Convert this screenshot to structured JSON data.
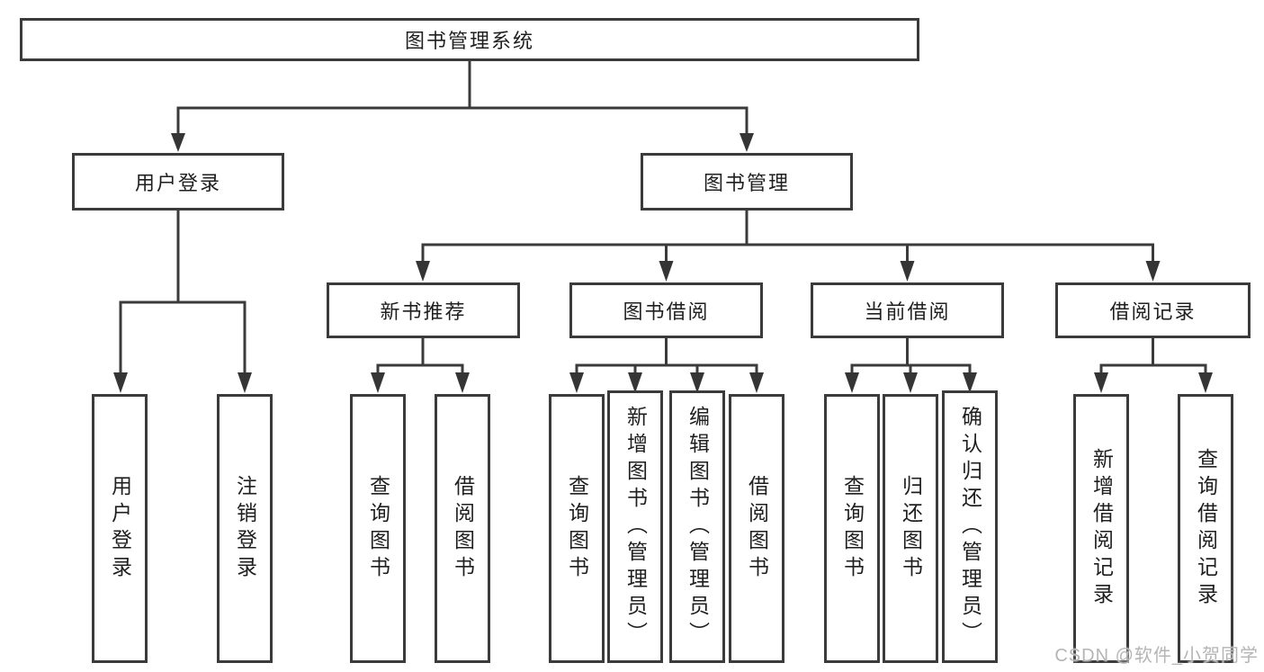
{
  "diagram": {
    "root": {
      "label": "图书管理系统"
    },
    "level2": {
      "user_login": {
        "label": "用户登录"
      },
      "book_mgmt": {
        "label": "图书管理"
      }
    },
    "level3": {
      "new_books": {
        "label": "新书推荐"
      },
      "book_borrowing": {
        "label": "图书借阅"
      },
      "current_borrowing": {
        "label": "当前借阅"
      },
      "borrow_records": {
        "label": "借阅记录"
      }
    },
    "leaves": {
      "user_login_login": {
        "label": "用户登录"
      },
      "user_login_logout": {
        "label": "注销登录"
      },
      "new_books_search": {
        "label": "查询图书"
      },
      "new_books_borrow": {
        "label": "借阅图书"
      },
      "borrowing_search": {
        "label": "查询图书"
      },
      "borrowing_add": {
        "label": "新增图书（管理员）"
      },
      "borrowing_edit": {
        "label": "编辑图书（管理员）"
      },
      "borrowing_borrow": {
        "label": "借阅图书"
      },
      "current_search": {
        "label": "查询图书"
      },
      "current_return": {
        "label": "归还图书"
      },
      "current_confirm": {
        "label": "确认归还（管理员）"
      },
      "records_add": {
        "label": "新增借阅记录"
      },
      "records_search": {
        "label": "查询借阅记录"
      }
    },
    "colors": {
      "line": "#3b3b3b",
      "text": "#1f1f1f",
      "watermark": "#b5b5b5"
    }
  },
  "watermark": {
    "text": "CSDN @软件_小贺同学"
  }
}
